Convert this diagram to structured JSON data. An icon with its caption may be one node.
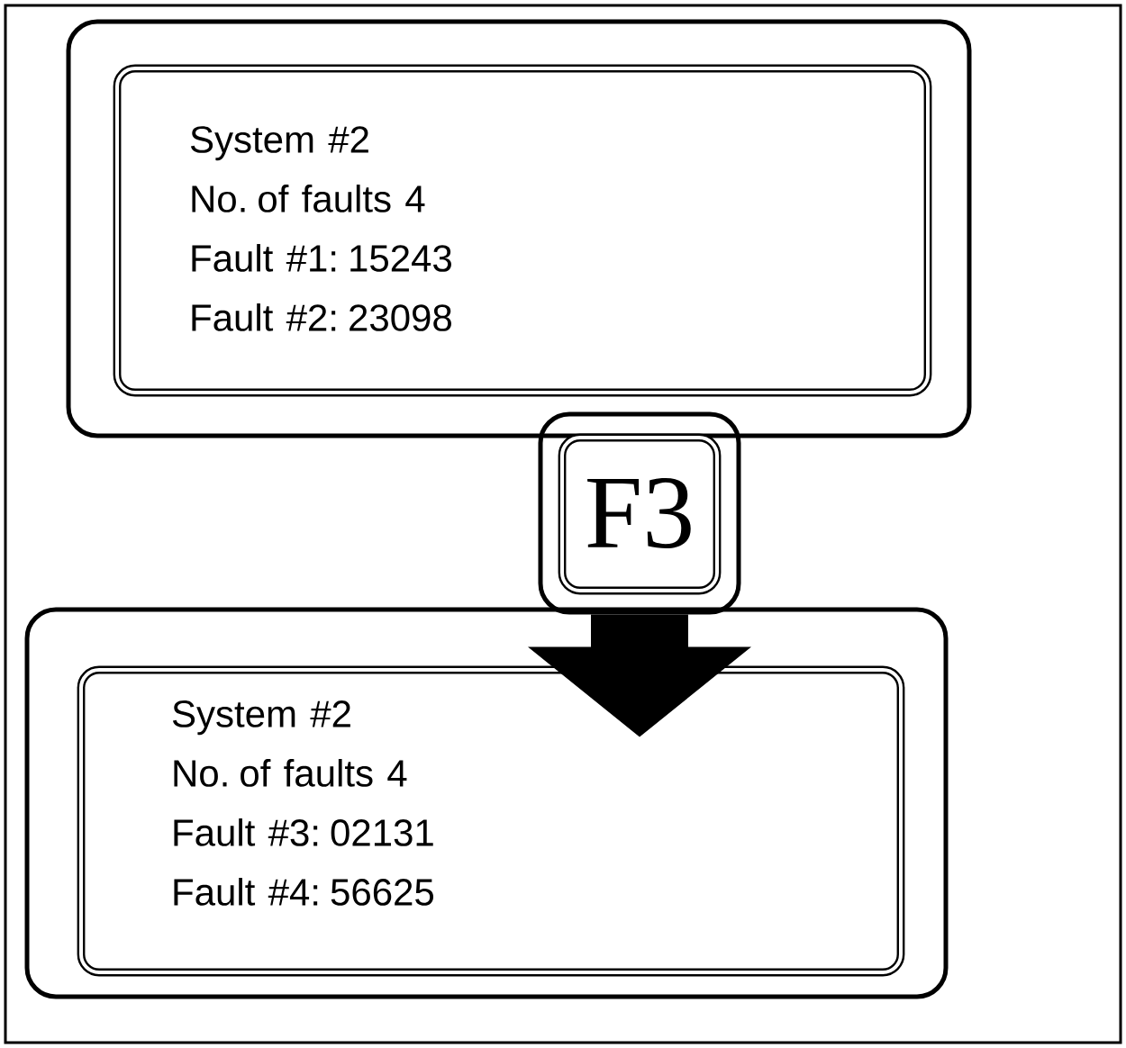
{
  "diagram": {
    "nodes": [
      {
        "text": [
          "System #2",
          "No. of faults 4",
          "Fault #1: 15243",
          "Fault #2: 23098"
        ]
      },
      {
        "text": [
          "F3"
        ]
      },
      {
        "text": [
          "System #2",
          "No. of faults 4",
          "Fault #3: 02131",
          "Fault #4: 56625"
        ]
      }
    ],
    "edges": [
      {
        "from": 1,
        "to": 2,
        "arrow": "to",
        "style": "thick"
      }
    ]
  }
}
